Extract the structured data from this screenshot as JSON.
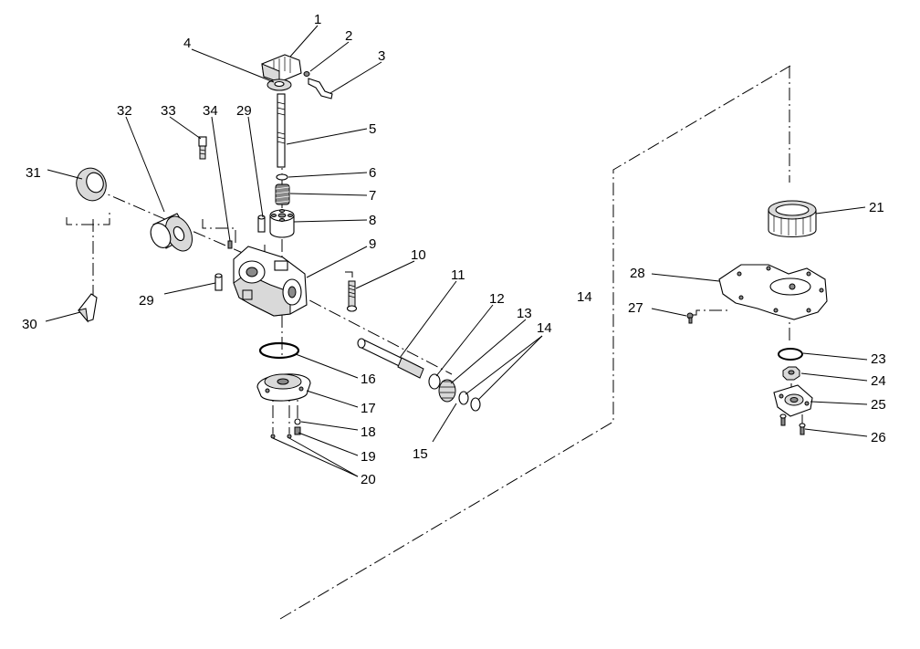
{
  "diagram": {
    "callouts": [
      "1",
      "2",
      "3",
      "4",
      "5",
      "6",
      "7",
      "8",
      "9",
      "10",
      "11",
      "12",
      "13",
      "14",
      "14",
      "14",
      "15",
      "16",
      "17",
      "18",
      "19",
      "20",
      "21",
      "23",
      "24",
      "25",
      "26",
      "27",
      "28",
      "29",
      "29",
      "30",
      "31",
      "32",
      "33",
      "34"
    ]
  }
}
